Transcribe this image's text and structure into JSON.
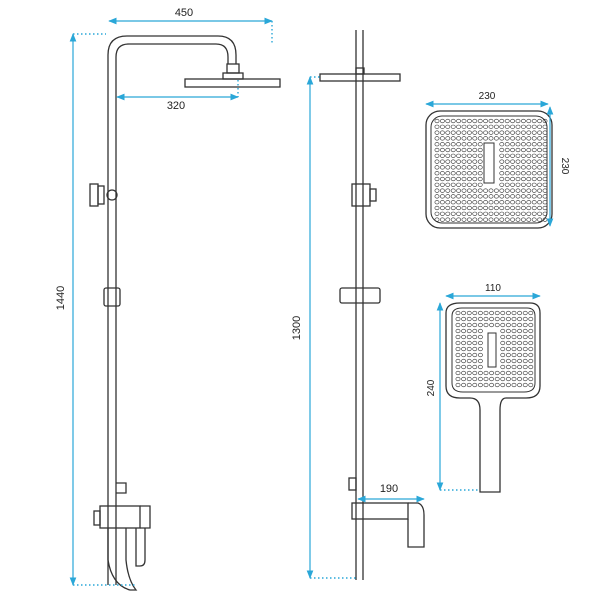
{
  "colors": {
    "dimension_line": "#2aa7d8",
    "outline": "#333333",
    "text": "#222222",
    "background": "#ffffff"
  },
  "dimensions": {
    "rain_arm_total_width": "450",
    "rain_arm_reach": "320",
    "system_height_left": "1440",
    "slide_rail_height": "1300",
    "spout_width": "190",
    "head_width": "230",
    "head_height": "230",
    "hand_shower_width": "110",
    "hand_shower_height": "240"
  },
  "icons": [
    "arrow-icon",
    "nozzle-pattern"
  ]
}
